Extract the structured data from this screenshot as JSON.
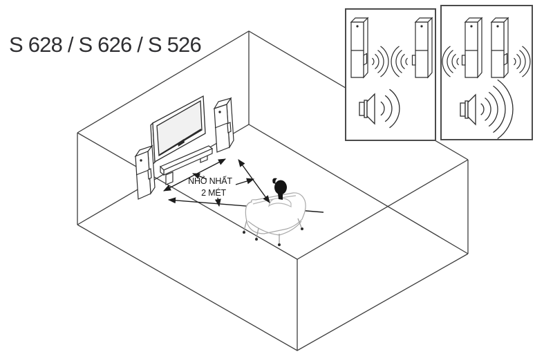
{
  "header": {
    "title": "S 628 / S 626 / S 526"
  },
  "diagram": {
    "annotation": {
      "line1": "NHỎ NHẤT",
      "line2": "2 MÉT"
    },
    "colors": {
      "background": "#ffffff",
      "room_line": "#3c3c3c",
      "arrow": "#1c1c1c",
      "chair": "#a8a8a8",
      "inset_border": "#4a4a4a",
      "object_line": "#2b2b2b",
      "screen_fill": "#f1f1f1",
      "head_fill": "#141414",
      "label_text": "#161616"
    },
    "icons": [
      "tv-icon",
      "tv-stand-icon",
      "tower-speaker-icon",
      "woofer-icon",
      "sound-wave-icon",
      "listener-icon",
      "distance-arrow-icon"
    ]
  }
}
